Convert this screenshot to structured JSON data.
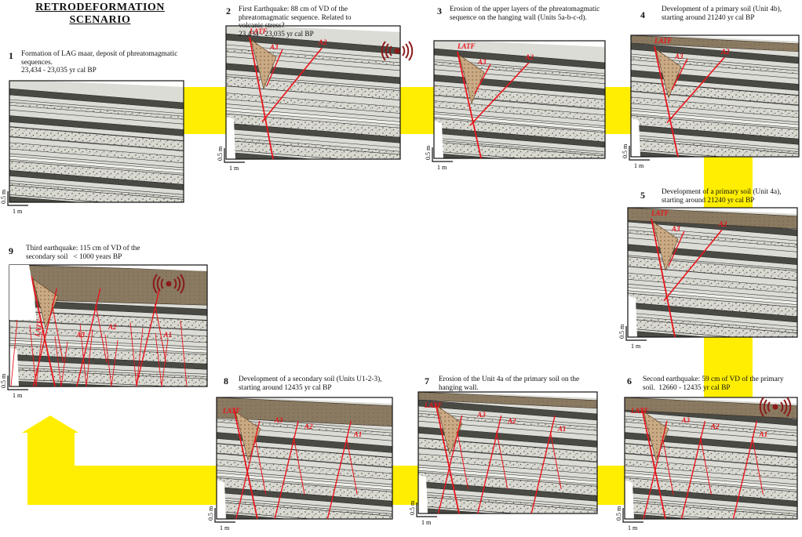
{
  "title": {
    "line1": "RETRODEFORMATION",
    "line2": "SCENARIO"
  },
  "colors": {
    "flow": "#ffee00",
    "fault": "#e8141b",
    "soil": "#7a6a55",
    "quake": "#8b1a1a"
  },
  "scale": {
    "vertical": "0.5 m",
    "horizontal": "1 m"
  },
  "labels": {
    "latf": "LATF",
    "a1": "A1",
    "a2": "A2",
    "a3": "A3"
  },
  "panels": [
    {
      "num": "1",
      "caption": "Formation of LAG maar, deposit of phreatomagmatic sequences.",
      "date": "23,434 - 23,035 yr cal BP"
    },
    {
      "num": "2",
      "caption": "First Earthquake: 88 cm of VD of  the phreatomagmatic sequence.  Related to volcanic stress?",
      "date": "23,434 - 23,035 yr cal BP"
    },
    {
      "num": "3",
      "caption": "Erosion of the upper layers of the phreatomagmatic sequence on the hanging wall (Units 5a-b-c-d).",
      "date": ""
    },
    {
      "num": "4",
      "caption": "Development of a primary soil (Unit 4b),",
      "date": "starting around 21240 yr cal BP"
    },
    {
      "num": "5",
      "caption": "Development of a primary soil (Unit 4a),",
      "date": "starting around 21240 yr cal BP"
    },
    {
      "num": "6",
      "caption": "Second earthquake: 59 cm of VD of the primary soil.",
      "date": "12660 - 12435 yr cal BP"
    },
    {
      "num": "7",
      "caption": "Erosion of the Unit 4a of the primary soil on the hanging wall.",
      "date": ""
    },
    {
      "num": "8",
      "caption": "Development of a secondary soil (Units U1-2-3),",
      "date": "starting around 12435 yr cal BP"
    },
    {
      "num": "9",
      "caption": "Third earthquake: 115 cm of VD of the secondary soil",
      "date": "< 1000 years BP"
    }
  ]
}
